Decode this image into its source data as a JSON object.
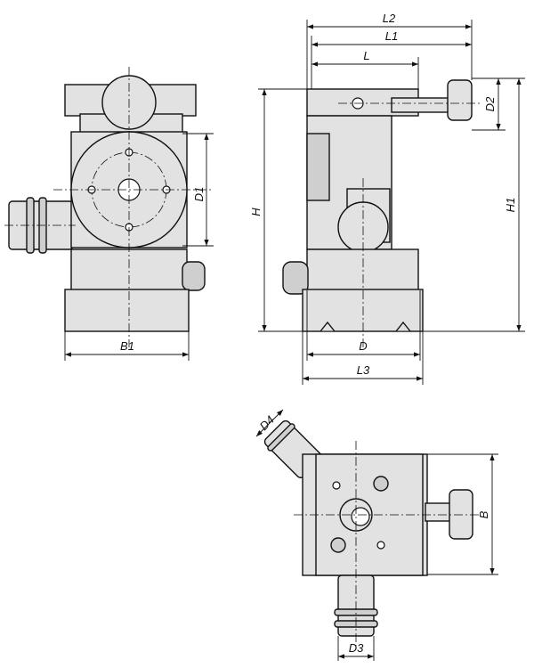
{
  "drawing": {
    "dimensions": {
      "L2": "L2",
      "L1": "L1",
      "L": "L",
      "D2": "D2",
      "H": "H",
      "H1": "H1",
      "D1": "D1",
      "B1": "B1",
      "D": "D",
      "L3": "L3",
      "D4": "D4",
      "B": "B",
      "D3": "D3"
    }
  }
}
